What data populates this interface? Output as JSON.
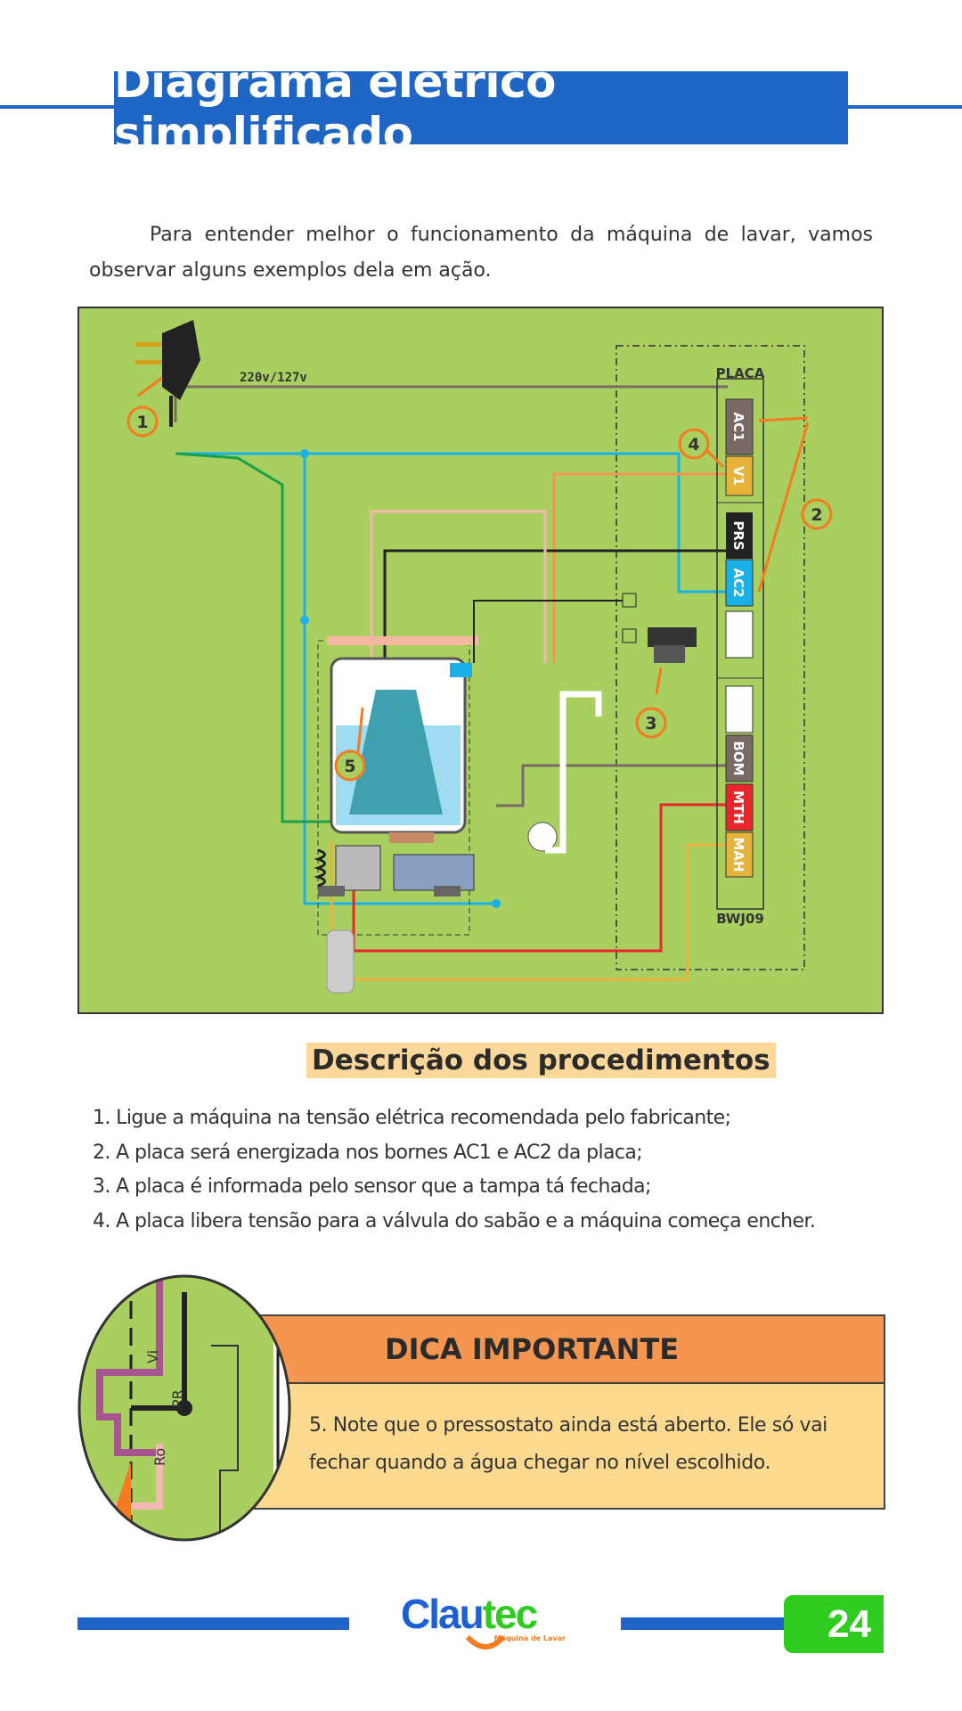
{
  "header": {
    "title": "Diagrama elétrico simplificado"
  },
  "intro": "Para entender melhor o funcionamento da máquina de lavar, vamos observar alguns exemplos dela em ação.",
  "diagram": {
    "voltage_label": "220v/127v",
    "board_label": "PLACA",
    "board_model": "BWJ09",
    "terminals": [
      "AC1",
      "V1",
      "PRS",
      "AC2",
      "BOM",
      "MTH",
      "MAH"
    ],
    "callouts": [
      "1",
      "2",
      "3",
      "4",
      "5"
    ],
    "colors": {
      "background": "#a8cf60",
      "ac1": "#7a6a64",
      "v1": "#e6b23a",
      "prs": "#222222",
      "ac2": "#1ab0e8",
      "bom": "#7a6a64",
      "mth": "#e8262b",
      "mah": "#e6b23a",
      "callout": "#f47b20"
    }
  },
  "procedures": {
    "title": "Descrição dos procedimentos",
    "steps": [
      "1. Ligue a máquina na tensão elétrica recomendada pelo fabricante;",
      "2. A placa será energizada nos bornes AC1 e AC2 da placa;",
      "3. A placa é informada pelo sensor que a tampa tá fechada;",
      "4. A placa libera tensão para a válvula do sabão e a máquina começa encher."
    ]
  },
  "tip": {
    "title": "DICA IMPORTANTE",
    "text": "5.  Note que o pressostato ainda está aberto. Ele só vai fechar quando a água chegar no nível escolhido.",
    "zoom_labels": [
      "Vi",
      "PR",
      "Ro"
    ]
  },
  "footer": {
    "logo_text": "Clautec",
    "logo_sub": "Máquina de Lavar",
    "page_number": "24"
  }
}
